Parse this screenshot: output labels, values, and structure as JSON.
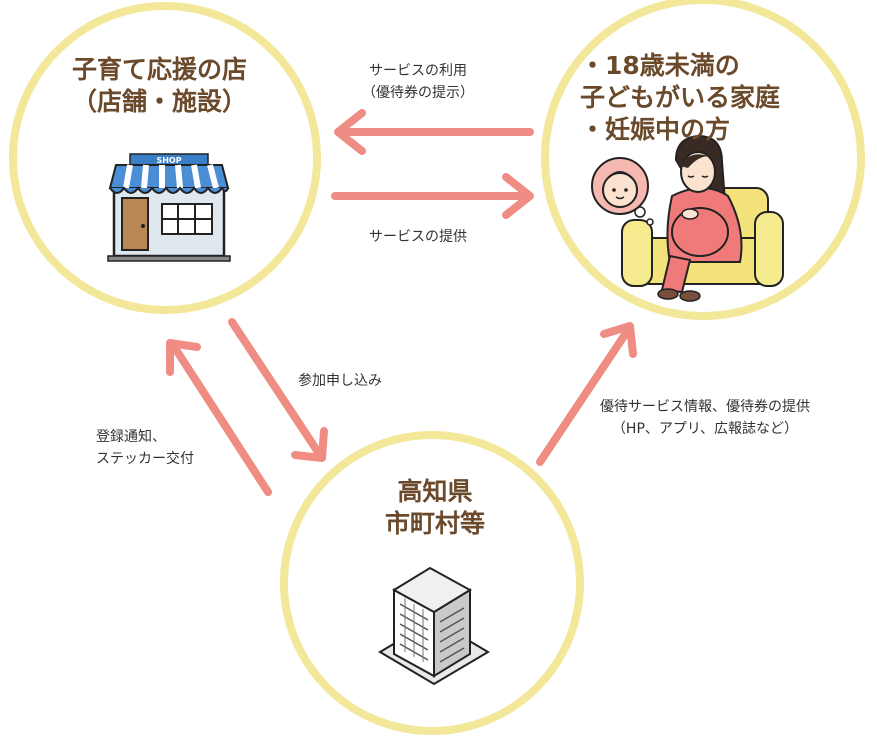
{
  "colors": {
    "circle_stroke": "#f3e79a",
    "arrow": "#ef8d84",
    "title_text": "#6b4a2c",
    "label_text": "#333333"
  },
  "nodes": {
    "shop": {
      "title_line1": "子育て応援の店",
      "title_line2": "（店舗・施設）",
      "sign_text": "SHOP",
      "icon": "shop-icon"
    },
    "family": {
      "title_line1": "・18歳未満の",
      "title_line2": "子どもがいる家庭",
      "title_line3": "・妊娠中の方",
      "icon": "pregnant-woman-icon"
    },
    "government": {
      "title_line1": "高知県",
      "title_line2": "市町村等",
      "icon": "office-building-icon"
    }
  },
  "edges": {
    "service_use": {
      "line1": "サービスの利用",
      "line2": "（優待券の提示）"
    },
    "service_provision": {
      "line1": "サービスの提供"
    },
    "application": {
      "line1": "参加申し込み"
    },
    "registration": {
      "line1": "登録通知、",
      "line2": "ステッカー交付"
    },
    "info_provision": {
      "line1": "優待サービス情報、優待券の提供",
      "line2": "（HP、アプリ、広報誌など）"
    }
  }
}
